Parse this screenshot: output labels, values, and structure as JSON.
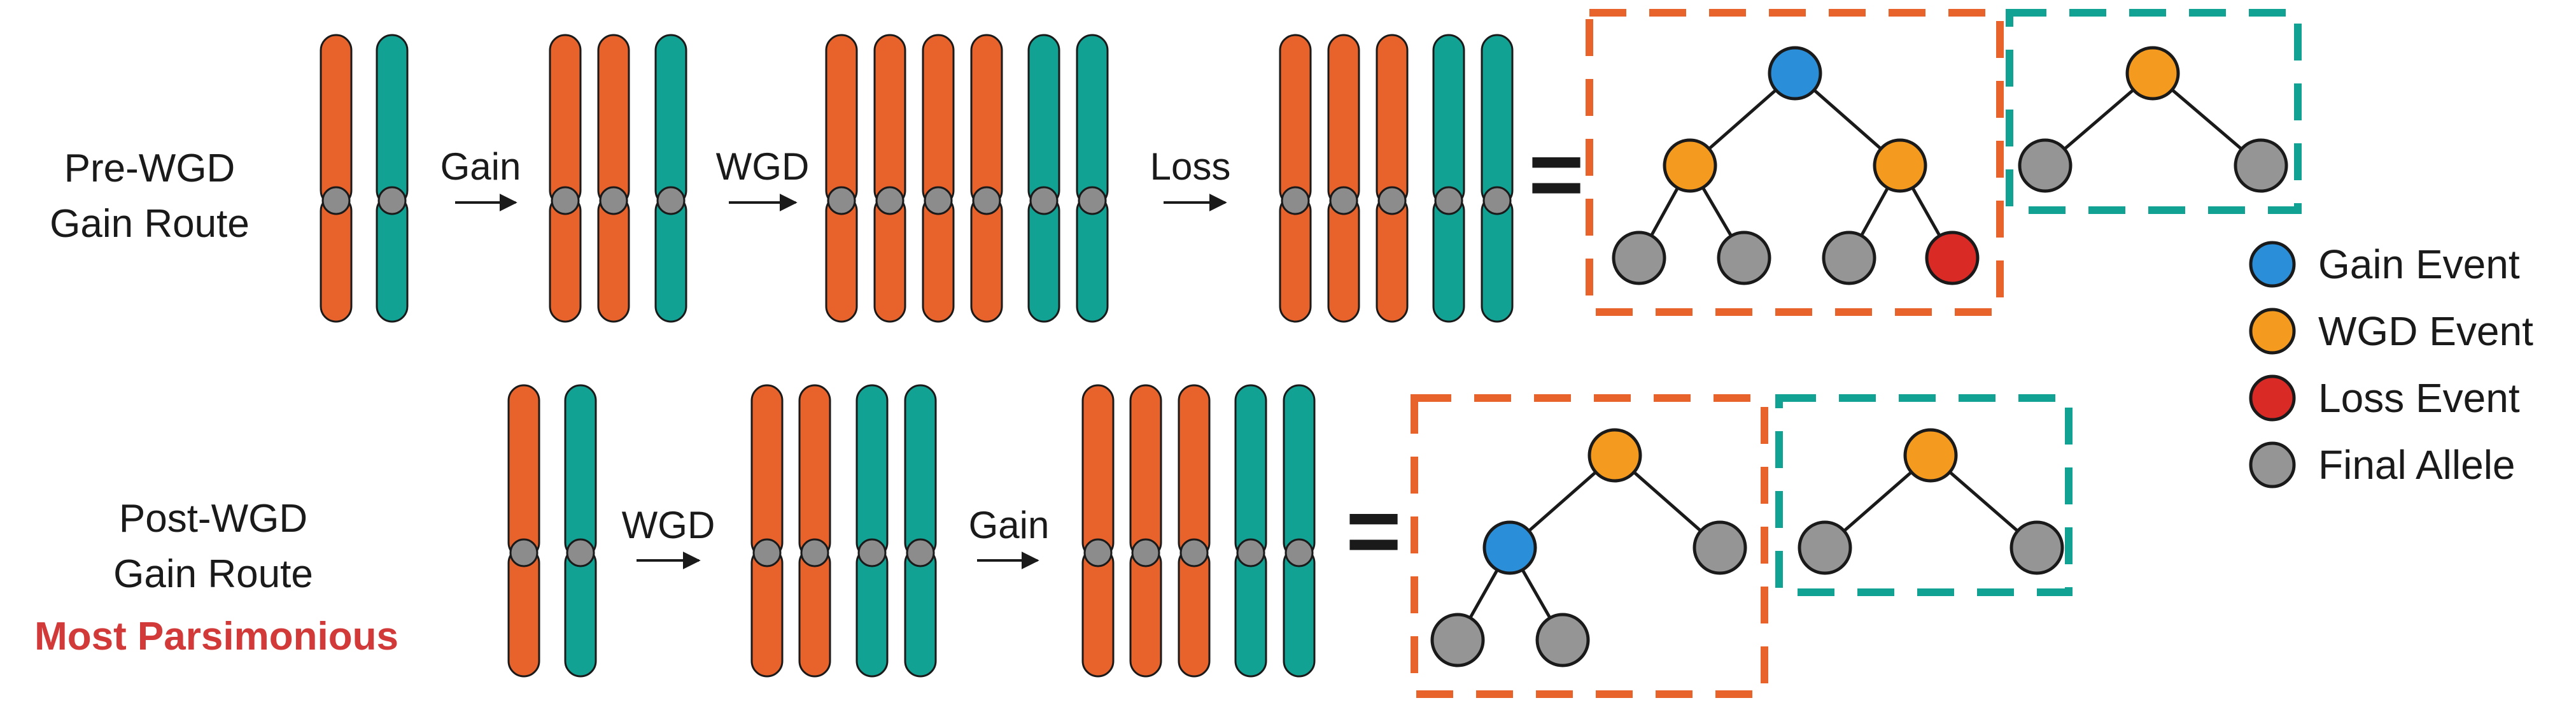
{
  "colors": {
    "maternal": "#E8622B",
    "paternal": "#12A293",
    "gain_event": "#2A8FD8",
    "wgd_event": "#F39A1F",
    "loss_event": "#DA2A26",
    "final_allele": "#959595",
    "centromere": "#8C8C8C",
    "edge": "#1a1a1a",
    "highlight": "#D23A3A"
  },
  "routes": [
    {
      "id": "pre",
      "label_lines": [
        "Pre-WGD",
        "Gain Route"
      ],
      "annotation": "",
      "steps": [
        {
          "arrow_label": "",
          "chromosomes": [
            "maternal",
            "paternal"
          ]
        },
        {
          "arrow_label": "Gain",
          "chromosomes": [
            "maternal",
            "maternal",
            "paternal"
          ]
        },
        {
          "arrow_label": "WGD",
          "chromosomes": [
            "maternal",
            "maternal",
            "maternal",
            "maternal",
            "paternal",
            "paternal"
          ]
        },
        {
          "arrow_label": "Loss",
          "chromosomes": [
            "maternal",
            "maternal",
            "maternal",
            "paternal",
            "paternal"
          ]
        }
      ],
      "equals_sign": "=",
      "trees": [
        {
          "box_color": "maternal",
          "nodes": [
            {
              "id": "r",
              "type": "gain_event"
            },
            {
              "id": "a",
              "type": "wgd_event",
              "parent": "r"
            },
            {
              "id": "b",
              "type": "wgd_event",
              "parent": "r"
            },
            {
              "id": "a1",
              "type": "final_allele",
              "parent": "a"
            },
            {
              "id": "a2",
              "type": "final_allele",
              "parent": "a"
            },
            {
              "id": "b1",
              "type": "final_allele",
              "parent": "b"
            },
            {
              "id": "b2",
              "type": "loss_event",
              "parent": "b"
            }
          ]
        },
        {
          "box_color": "paternal",
          "nodes": [
            {
              "id": "r",
              "type": "wgd_event"
            },
            {
              "id": "a",
              "type": "final_allele",
              "parent": "r"
            },
            {
              "id": "b",
              "type": "final_allele",
              "parent": "r"
            }
          ]
        }
      ]
    },
    {
      "id": "post",
      "label_lines": [
        "Post-WGD",
        "Gain Route"
      ],
      "annotation": "Most Parsimonious",
      "steps": [
        {
          "arrow_label": "",
          "chromosomes": [
            "maternal",
            "paternal"
          ]
        },
        {
          "arrow_label": "WGD",
          "chromosomes": [
            "maternal",
            "maternal",
            "paternal",
            "paternal"
          ]
        },
        {
          "arrow_label": "Gain",
          "chromosomes": [
            "maternal",
            "maternal",
            "maternal",
            "paternal",
            "paternal"
          ]
        }
      ],
      "equals_sign": "=",
      "trees": [
        {
          "box_color": "maternal",
          "nodes": [
            {
              "id": "r",
              "type": "wgd_event"
            },
            {
              "id": "a",
              "type": "gain_event",
              "parent": "r"
            },
            {
              "id": "b",
              "type": "final_allele",
              "parent": "r"
            },
            {
              "id": "a1",
              "type": "final_allele",
              "parent": "a"
            },
            {
              "id": "a2",
              "type": "final_allele",
              "parent": "a"
            }
          ]
        },
        {
          "box_color": "paternal",
          "nodes": [
            {
              "id": "r",
              "type": "wgd_event"
            },
            {
              "id": "a",
              "type": "final_allele",
              "parent": "r"
            },
            {
              "id": "b",
              "type": "final_allele",
              "parent": "r"
            }
          ]
        }
      ]
    }
  ],
  "legend": [
    {
      "type": "gain_event",
      "label": "Gain Event"
    },
    {
      "type": "wgd_event",
      "label": "WGD Event"
    },
    {
      "type": "loss_event",
      "label": "Loss Event"
    },
    {
      "type": "final_allele",
      "label": "Final Allele"
    }
  ]
}
